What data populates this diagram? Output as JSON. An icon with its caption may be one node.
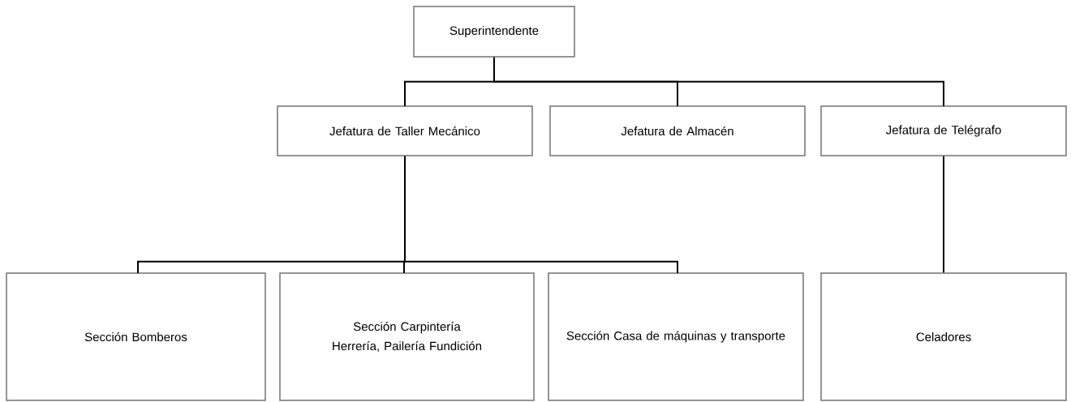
{
  "diagram": {
    "nodes": [
      {
        "text": [
          "Superintendente"
        ]
      },
      {
        "text": [
          "Jefatura de Taller Mecánico"
        ]
      },
      {
        "text": [
          "Jefatura de Almacén"
        ]
      },
      {
        "text": [
          "Jefatura de Telégrafo"
        ]
      },
      {
        "text": [
          "Sección Bomberos"
        ]
      },
      {
        "text": [
          "Sección Carpintería Herrería, Pailería Fundición"
        ]
      },
      {
        "text": [
          "Sección Casa de máquinas y transporte"
        ]
      },
      {
        "text": [
          "Celadores"
        ]
      }
    ],
    "edges": [
      {
        "from": 0,
        "to": 1,
        "arrow": "none"
      },
      {
        "from": 0,
        "to": 2,
        "arrow": "none"
      },
      {
        "from": 0,
        "to": 3,
        "arrow": "none"
      },
      {
        "from": 1,
        "to": 4,
        "arrow": "none"
      },
      {
        "from": 1,
        "to": 5,
        "arrow": "none"
      },
      {
        "from": 1,
        "to": 6,
        "arrow": "none"
      },
      {
        "from": 3,
        "to": 7,
        "arrow": "none"
      }
    ]
  }
}
